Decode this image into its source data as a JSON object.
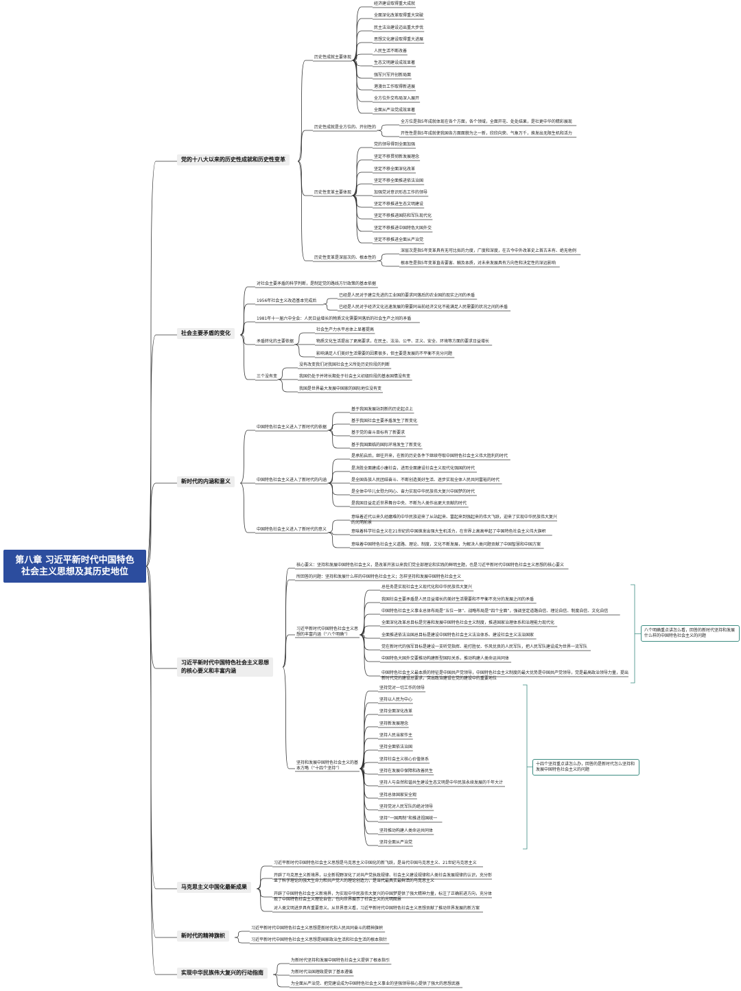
{
  "root": {
    "title_line1": "第八章  习近平新时代中国特色",
    "title_line2": "社会主义思想及其历史地位"
  },
  "sections": [
    {
      "label": "党的十八大以来的历史性成就和历史性变革"
    },
    {
      "label": "社会主要矛盾的变化"
    },
    {
      "label": "新时代的内涵和意义"
    },
    {
      "label_line1": "习近平新时代中国特色社会主义思想",
      "label_line2": "的核心要义和丰富内涵"
    },
    {
      "label": "马克思主义中国化最新成果"
    },
    {
      "label": "新时代的精神旗帜"
    },
    {
      "label": "实现中华民族伟大复兴的行动指南"
    }
  ],
  "s1": {
    "a": "历史性成就主要体现",
    "a_items": [
      "经济建设取得重大成就",
      "全面深化改革取得重大突破",
      "民主法治建设迈出重大步伐",
      "思想文化建设取得重大进展",
      "人民生活不断改善",
      "生态文明建设成效显著",
      "强军兴军开创新局面",
      "港澳台工作取得新进展",
      "全方位外交布局深入展开",
      "全面从严治党成效显著"
    ],
    "b": "历史性成就是全方位的、开创性的",
    "b_items": [
      "全方位是指5年成就体现在各个方面，各个领域，全面开花、处处结果，是社更中华的精彩展现",
      "开性性是指5年成就使我国各方面面貌为之一新，欣欣向荣、气象万千，焕发出无限生机和活力"
    ],
    "c": "历史性变革主要体现",
    "c_items": [
      "党的领导得到全面加强",
      "坚定不移贯彻新发展理念",
      "坚定不移全面深化改革",
      "坚定不移全面推进依法治国",
      "加强党对意识形态工作的领导",
      "坚定不移推进生态文明建设",
      "坚定不移推进国防和军队现代化",
      "坚定不移推进中国特色大国外交",
      "坚定不移推进全面从严治党"
    ],
    "d": "历史性变革是深层次的、根本性的",
    "d_items": [
      "深层次是指5年变革具有无可比拟的力度，广度和深度，在古今中外改革史上首古未有、绝无他例",
      "根本性是指5年变革直击要害、触及本质，对未来发展具有方向性和决定性的深远影响"
    ]
  },
  "s2": {
    "a": "对社会主要矛盾的科学判断，是制定党的路线方针政策的基本依据",
    "b": "1956年社会主义改造基本完成后",
    "b_items": [
      "已经是人民对于建立先进的工业国的要求同落后的农业国的现实之间的矛盾",
      "已经是人民对于经济文化迅速发展的需要同当前经济文化不能满足人民需要的状况之间的矛盾"
    ],
    "c": "1981年十一届六中全会：人民日益增长的物质文化需要同落后的社会生产之间的矛盾",
    "d": "矛盾转化的主要依据",
    "d_items": [
      "社会生产力水平总体上显著提高",
      "物质文化生活提出了更高要求，在民主、法治、公平、正义、安全、环境等方面的要求日益增长",
      "影响满足人们美好生活需要的因素很多，但主要是发展的不平衡不充分问题"
    ],
    "e": "三个没有变",
    "e_items": [
      "没有改变我们对我国社会主义所处历史阶段的判断",
      "我国仍处于并将长期处于社会主义初级阶段的基本国情没有变",
      "我国是世界最大发展中国家的国际地位没有变"
    ]
  },
  "s3": {
    "a": "中国特色社会主义进入了新时代的依据",
    "a_items": [
      "基于我国发展站到新的历史起点上",
      "基于我国社会主要矛盾发生了新变化",
      "基于党的奋斗目标有了新要求",
      "基于我国面临的国际环境发生了新变化"
    ],
    "b": "中国特色社会主义进入了新时代的内涵",
    "b_items": [
      "是承前启后，继往开来，在新的历史条件下继续夺取中国特色社会主义伟大胜利的时代",
      "是决胜全面建成小康社会，进而全面建设社会主义现代化强国的时代",
      "是全国各族人民团结奋斗、不断创造美好生活、逐步实现全体人民共同富裕的时代",
      "是全体中华儿女勠力同心、奋力实现中华民族伟大复兴中国梦的时代",
      "是我国日益走近世界舞台中央、不断为人类作出更大贡献的时代"
    ],
    "c": "中国特色社会主义进入了新时代的意义",
    "c_items": [
      "意味着近代以来久经磨难的中华民族迎来了从站起来、富起来到强起来的伟大飞跃，迎来了实现中华民族伟大复兴的光明前景",
      "意味着科学社会主义在21世纪的中国焕发出强大生机活力，在世界上高高举起了中国特色社会主义伟大旗帜",
      "意味着中国特色社会主义道路、理论、制度，文化不断发展，为解决人类问题贡献了中国智慧和中国方案"
    ]
  },
  "s4": {
    "a": "核心要义：坚持和发展中国特色社会主义，是改革开放以来我们党全部理论和实践的鲜明主题，也是习近平新时代中国特色社会主义思想的核心要义",
    "b": "所回答的问题：坚持和发展什么样的中国特色社会主义；怎样坚持和发展中国特色社会主义",
    "c": "习近平新时代中国特色社会主义思想的丰富内涵（“八个明确”）",
    "c_items": [
      "总任务是实现社会主义现代化和中华民族伟大复兴",
      "我国社会主要矛盾是人民日益增长的美好生活需要和不平衡不充分的发展之间的矛盾",
      "中国特色社会主义事业总体布局是“五位一体”、战略布局是“四个全面”，强调坚定道路自信、理论自信、制度自信、文化自信",
      "全面深化改革总目标是完善和发展中国特色社会主义制度，推进国家治理体系和治理能力现代化",
      "全面推进依法治国总目标是建设中国特色社会主义法治体系、建设社会主义法治国家",
      "党在新时代的强军目标是建设一支听党指挥、能打胜仗、作风优良的人民军队，把人民军队建设成为世界一流军队",
      "中国特色大国外交要推动构建新型国际关系，推动构建人类命运共同体",
      "中国特色社会主义最本质的特征是中国共产党领导，中国特色社会主义制度的最大优势是中国共产党领导，党是最高政治领导力量，提出新时代党的建设总要求，突出政治建设在党的建设中的重要地位"
    ],
    "c_note": "八个明确重点讲怎么看，回答的新时代坚持和发展什么样的中国特色社会主义的问题",
    "d": "坚持和发展中国特色社会主义的基本方略（“十四个坚持”）",
    "d_items": [
      "坚持党对一切工作的领导",
      "坚持以人民为中心",
      "坚持全面深化改革",
      "坚持新发展理念",
      "坚持人民当家作主",
      "坚持全面依法治国",
      "坚持社会主义核心价值体系",
      "坚持在发展中保障和改善民生",
      "坚持人与自然和谐共生建设生态文明是中华民族永续发展的千年大计",
      "坚持总体国家安全观",
      "坚持党对人民军队的绝对领导",
      "坚持“一国两制”和推进祖国统一",
      "坚持推动构建人类命运共同体",
      "坚持全面从严治党"
    ],
    "d_note": "十四个坚持重点讲怎么办，回答的是新时代怎么坚持和发展中国特色社会主义的问题"
  },
  "s5": {
    "items": [
      "习近平新时代中国特色社会主义思想是马克思主义中国化的新飞跃，是当代中国马克思主义、21世纪马克思主义",
      "开辟了马克思主义新境界，以全新视野深化了对共产党执政规律、社会主义建设规律和人类社会发展规律的认识，充分彰显了科学理论的强大生命力和共产党人的理论创造力，是当代最具实最鲜活的马克思主义",
      "开辟了中国特色社会主义新境界，为实现中华民族伟大复兴的中国梦提供了强大精神力量，标注了正确前进方向，充分体现了中国特色社会主义理论自信，也向世界展示了社会主义的光明图景",
      "对人类文明进步具有重要意义。从世界意义看，习近平新时代中国特色社会主义思想贡献了推动世界发展的新方案"
    ]
  },
  "s6": {
    "items": [
      "习近平新时代中国特色社会主义思想是新时代和人民共同奋斗的精神旗帜",
      "习近平新时代中国特色社会主义思想是国家政治生活和社会生活的根本指针"
    ]
  },
  "s7": {
    "items": [
      "为新时代坚持和发展中国特色社会主义提供了根本指引",
      "为新时代治国理政提供了基本遵循",
      "为全面从严治党、把党建设成为中国特色社会主义事业的坚强领导核心提供了强大的思想武器"
    ]
  },
  "colors": {
    "root_bg": "#2c4d9e",
    "line": "#333333",
    "bracket": "#3a8a80"
  }
}
